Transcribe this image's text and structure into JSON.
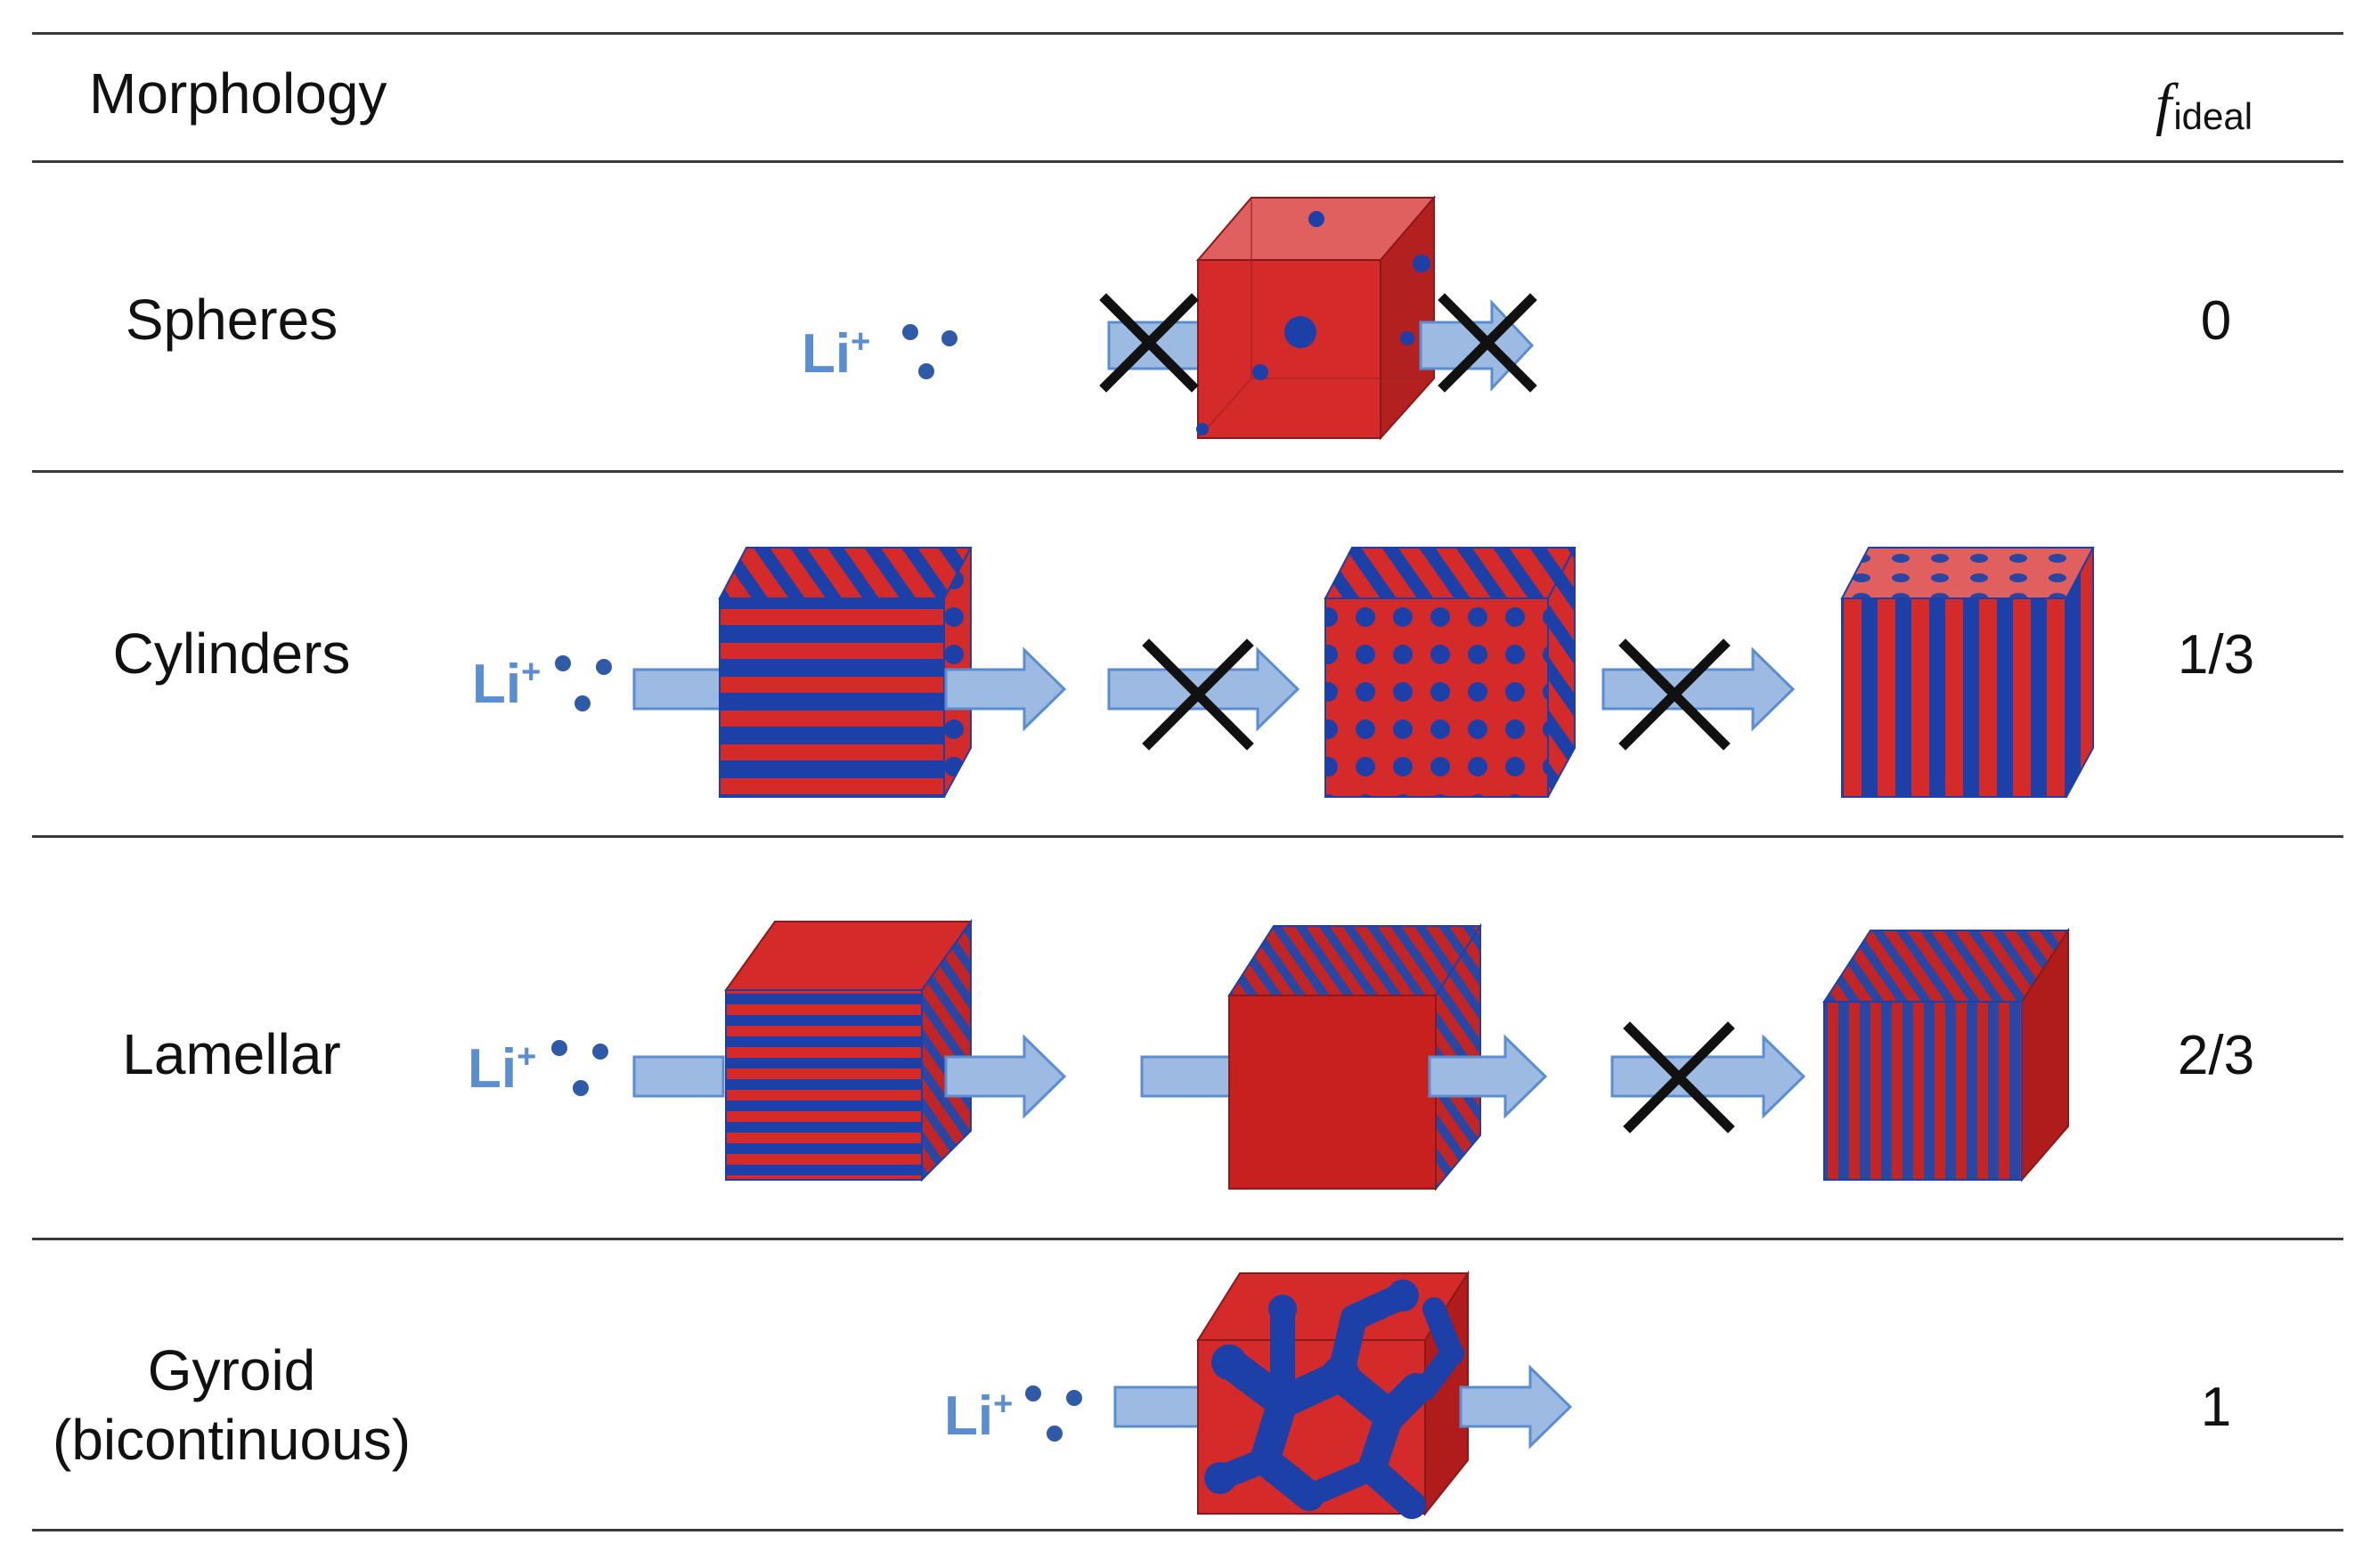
{
  "header": {
    "morphology_label": "Morphology",
    "f_symbol": "f",
    "f_subscript": "ideal"
  },
  "rows": [
    {
      "name": "Spheres",
      "f_ideal": "0"
    },
    {
      "name": "Cylinders",
      "f_ideal": "1/3"
    },
    {
      "name": "Lamellar",
      "f_ideal": "2/3"
    },
    {
      "name": "Gyroid",
      "name_line2": "(bicontinuous)",
      "f_ideal": "1"
    }
  ],
  "ion_label": {
    "text": "Li",
    "charge": "+"
  },
  "colors": {
    "red": "#d42a2a",
    "blue": "#1d3fa8",
    "arrow": "#9dbbe2",
    "arrow_edge": "#5b8ed0",
    "ion": "#5b8ed0",
    "cross": "#111111",
    "rule": "#3a3a3a"
  }
}
